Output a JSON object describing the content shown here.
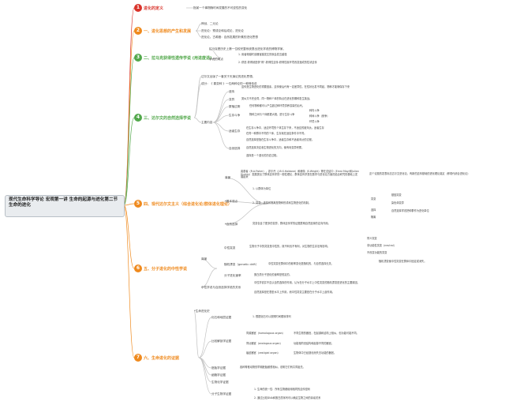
{
  "root": "现代生命科学导论 宏观第一讲 生命的起源与进化第二节 生命的进化",
  "colors": {
    "red": "#d9332a",
    "orange": "#ef8a1e",
    "green": "#52a84b",
    "line": "#c2c2c2"
  },
  "branches": [
    {
      "num": "1",
      "label": "进化的定义",
      "color": "#d9332a"
    },
    {
      "num": "2",
      "label": "一、进化思想的产生和发展",
      "color": "#ef8a1e"
    },
    {
      "num": "3",
      "label": "二、拉马克获得性遗传学说 (用进废退)",
      "color": "#52a84b"
    },
    {
      "num": "4",
      "label": "三、达尔文的自然选择学说",
      "color": "#52a84b"
    },
    {
      "num": "5",
      "label": "四、现代达尔文主义（综合进化论/群体进化理论）",
      "color": "#ef8a1e"
    },
    {
      "num": "6",
      "label": "五、分子进化的中性学说",
      "color": "#ef8a1e"
    },
    {
      "num": "7",
      "label": "六、生命进化的证据",
      "color": "#ef8a1e"
    }
  ],
  "b1": {
    "n1": "指某一个事物随时间发展的不可逆性的变化"
  },
  "b2": {
    "n1": "神创、二元论",
    "n2": "进化论：预成论和后成论，进化论",
    "n3": "进化论。古希腊：自然发展的朴素的进化思想"
  },
  "b3": {
    "n1": "拉马克是历史上第一位较完整系统提出进化学说的博物学家。",
    "n2": "学说的两点",
    "n3": "1. 用者得越时该器官越发达的就会发达越强",
    "n4": "2. 获进-获得就是获\"得\"-获得性遗传-获得性就环境改变造成的性状遗传"
  },
  "b4": {
    "n1": "达尔文出版了一套关于天演论的进化思想。",
    "n2": "成分：《 喜变种 》一位两种论的一种神传说",
    "n3": "主要内容",
    "n4": "遗传",
    "n5": "遗传是生物进化的重要因素，遗传使后代有一定差异性，在性状出发不同起，物种才能够保存下来",
    "n6": "变异",
    "n7": "类似又不完全同，同一物种个体的特点在进化的哪种发生挑战。",
    "n8": "繁殖过剩",
    "n9": "任何物种都可以产生超过种环境供养容量的后代。",
    "n10": "生存斗争",
    "n11": "物种之间与个体都更大程，进行生存斗争",
    "n12": "种内斗争",
    "n13": "种间斗争（竞争）",
    "n14": "环境斗争",
    "n15": "适者生存",
    "n16": "在生存斗争中，适应环境的个体生存下来，不适应的被淘汰。适者生存",
    "n17": "在同一种群中不同的个体，生存就在适应条件中不同。",
    "n18": "自然选择",
    "n19": "自然选择是指在生存斗争中，适者生存和不适者淘汰的过程。",
    "n20": "自然选择决定着生物进化的方向，使有利变异积累。",
    "n21": "选择是一个漫长的历史过程。"
  },
  "b5": {
    "n1": "背景",
    "n2": "奠基者（R.A.Fisher），霍尔丹（J.B.S.Haldane）和赖特（S.Wright）等在总结中（Ernst Mayr和Julian Huxley）发展提出了群体遗传学的一般性理论，群体遗传学是在数学与进化论方面的结合研究的基础上发展起来",
    "n3": "这个论题的发表标志达尔文进化论，有新的遗传基础的进化理论奠定（即现代综合进化论）",
    "n4": "*基本观点",
    "n5": "1. 以群体为单位",
    "n6": "2. 突变、选择和隔离是物种形成和生物进化的机制。",
    "n7": "突变",
    "n8": "基因突变",
    "n9": "染色体变异",
    "n10": "选择",
    "n11": "隔离",
    "n12": "自然选择学说把种群作为进化单位",
    "n13": "*自然选择",
    "n14": "突变包含了更多的变异，群体遗传学的证据表明自然选择的定向作用。"
  },
  "b6": {
    "n1": "背景",
    "n2": "中性突变",
    "n3": "生物分子中的突变是中性的，既不利也不有利，对生物的生存没有影响。",
    "n4": "同义突变",
    "n5": "非功能性突变（neutral）",
    "n6": "不改变功能的突变",
    "n7": "随机漂变（genetic drift）",
    "n8": "中性突变在群体中的频率变化是随机的，与自然选择无关。",
    "n9": "随机漂变使中性突变在群体中固定或消失。",
    "n10": "分子进化速率",
    "n11": "蛋白质分子进化的速率是恒定的。",
    "n12": "中性学说与自然选择学说的关系",
    "n13": "中性学说并不否认自然选择的作用，认为在分子水平上中性突变的随机漂变是进化的主要原因。",
    "n14": "自然选择是在表型水平上作用，而中性突变主要是在分子水平上起作用。"
  },
  "b7": {
    "n1": "*生命进化史",
    "n2": "化石和地层证据",
    "n3": "1. 根据化石可以按照时间顺序排列",
    "n4": "比较解剖学证据",
    "n5": "同源器官（homologous organ）",
    "n6": "不同生物的器官，在起源和结构上相似，但功能可能不同。",
    "n7": "同功器官（analogous organ）",
    "n8": "功能相同但结构和起源不同的器官。",
    "n9": "痕迹器官（vestigial organ）",
    "n10": "生物体中已经退化而失去功能的器官。",
    "n11": "胚胎学证据",
    "n12": "各种脊椎动物的早期胚胎都很相似，说明它们有共同祖先。",
    "n13": "细胞学证据",
    "n14": "生物化学证据",
    "n15": "分子生物学证据",
    "n16": "1. 生命的统一性：所有生物都使用相同的遗传密码",
    "n17": "2. 通过比较DNA和蛋白质序列可以确定生物之间的亲缘关系"
  }
}
